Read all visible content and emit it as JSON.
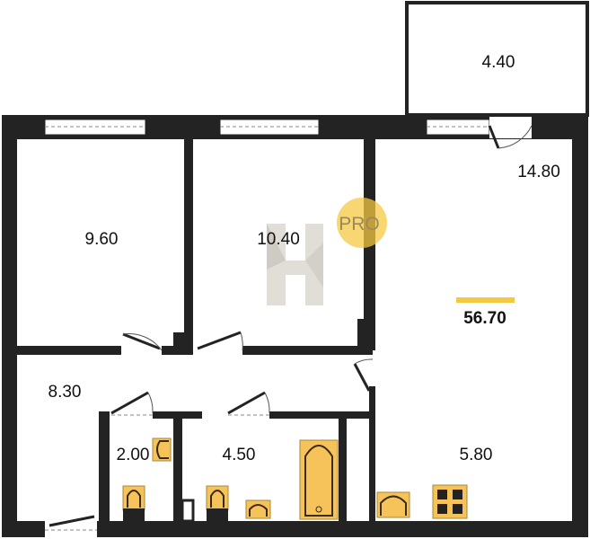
{
  "plan": {
    "total_area": "56.70",
    "watermark": "PRO",
    "colors": {
      "wall": "#232323",
      "fixture": "#f5c35a",
      "accent": "#f5c842"
    },
    "rooms": [
      {
        "name": "balcony",
        "area": "4.40"
      },
      {
        "name": "living-kitchen",
        "area": "14.80"
      },
      {
        "name": "bedroom-1",
        "area": "9.60"
      },
      {
        "name": "bedroom-2",
        "area": "10.40"
      },
      {
        "name": "hallway",
        "area": "8.30"
      },
      {
        "name": "toilet",
        "area": "2.00"
      },
      {
        "name": "bathroom",
        "area": "4.50"
      },
      {
        "name": "kitchen",
        "area": "5.80"
      }
    ]
  }
}
